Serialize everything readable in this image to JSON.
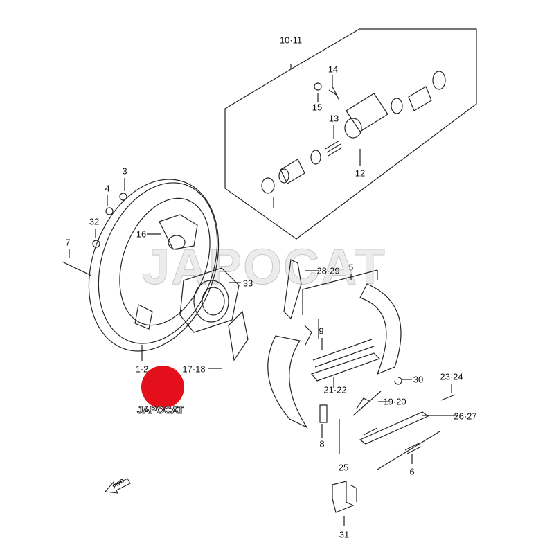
{
  "watermark": "JAPOCAT",
  "logo": {
    "text": "JAPOCAT",
    "color": "#e3101b"
  },
  "fwd_label": "FWD",
  "callouts": {
    "c10_11": "10·11",
    "c14": "14",
    "c15": "15",
    "c13": "13",
    "c12": "12",
    "c3": "3",
    "c4": "4",
    "c32": "32",
    "c16": "16",
    "c7": "7",
    "c33": "33",
    "c28_29": "28·29",
    "c5": "5",
    "c9": "9",
    "c1_2": "1·2",
    "c17_18": "17·18",
    "c21_22": "21·22",
    "c30": "30",
    "c23_24": "23·24",
    "c19_20": "19·20",
    "c26_27": "26·27",
    "c8": "8",
    "c25": "25",
    "c6": "6",
    "c31": "31"
  }
}
